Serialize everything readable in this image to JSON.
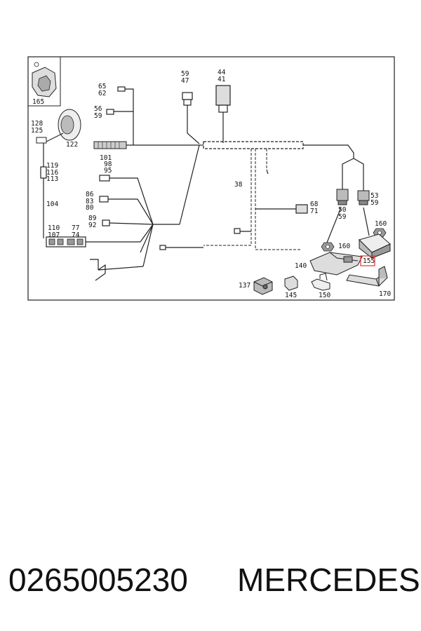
{
  "diagram": {
    "labels": {
      "l165": "165",
      "l128": "128",
      "l125": "125",
      "l122": "122",
      "l119": "119",
      "l116": "116",
      "l113": "113",
      "l104": "104",
      "l110": "110",
      "l107": "107",
      "l77": "77",
      "l74": "74",
      "l65": "65",
      "l62": "62",
      "l56": "56",
      "l59a": "59",
      "l101": "101",
      "l98": "98",
      "l95": "95",
      "l86": "86",
      "l83": "83",
      "l80": "80",
      "l89": "89",
      "l92": "92",
      "l59b": "59",
      "l47": "47",
      "l44": "44",
      "l41": "41",
      "l38": "38",
      "l68": "68",
      "l71": "71",
      "l50": "50",
      "l59c": "59",
      "l53": "53",
      "l59d": "59",
      "l160a": "160",
      "l160b": "160",
      "l155": "155",
      "l140": "140",
      "l137": "137",
      "l145": "145",
      "l150": "150",
      "l170": "170"
    },
    "highlight_color": "#e8332f"
  },
  "footer": {
    "part_number": "0265005230",
    "brand": "MERCEDES"
  }
}
